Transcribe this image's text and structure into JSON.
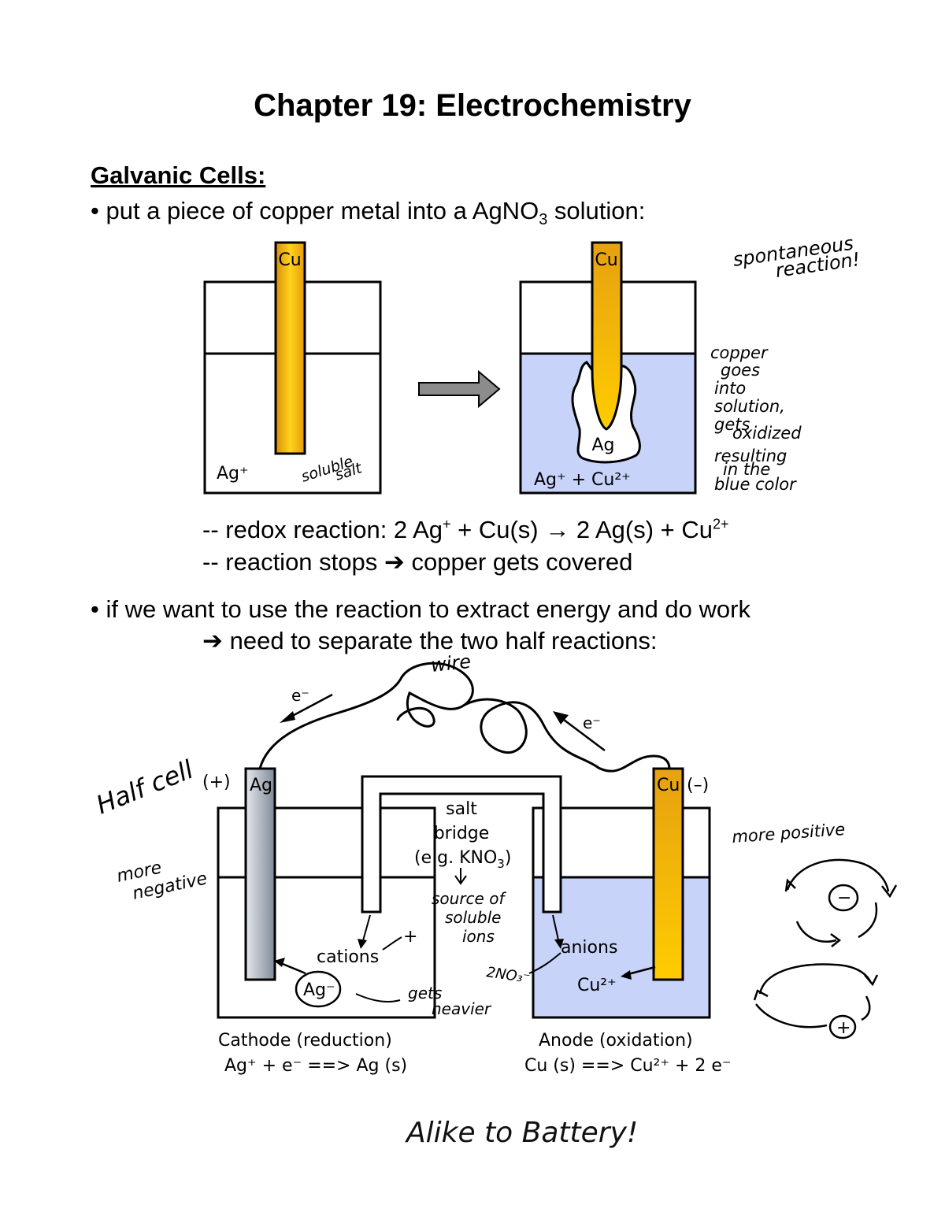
{
  "title": "Chapter 19: Electrochemistry",
  "section_heading": "Galvanic Cells:",
  "bullet1": {
    "prefix": "• put a piece of copper metal into a AgNO",
    "sub": "3",
    "suffix": " solution:"
  },
  "beaker_left": {
    "electrode": "Cu",
    "ion_label": "Ag⁺",
    "note": [
      "soluble",
      "salt"
    ]
  },
  "beaker_right": {
    "electrode": "Cu",
    "deposit": "Ag",
    "ion_label": "Ag⁺ + Cu²⁺"
  },
  "notes_right": {
    "spontaneous": [
      "spontaneous",
      "reaction!"
    ],
    "copper": [
      "copper",
      "goes",
      "into",
      "solution,",
      "gets",
      "oxidized",
      "resulting",
      "in the",
      "blue color"
    ]
  },
  "redox_line": {
    "prefix": "-- redox reaction:  2 Ag",
    "sup1": "+",
    "mid": " + Cu(s)  →  2 Ag(s) + Cu",
    "sup2": "2+"
  },
  "stops_line": {
    "prefix": "-- reaction stops ",
    "arrow": "➔",
    "suffix": "  copper gets covered"
  },
  "bullet2": "• if we want to use the reaction to extract energy and do work",
  "bullet2b": {
    "arrow": "➔",
    "text": " need to separate the two half reactions:"
  },
  "cell": {
    "wire": "wire",
    "electron": "e⁻",
    "left_sign": "(+)",
    "left_electrode": "Ag",
    "right_electrode": "Cu",
    "right_sign": "(–)",
    "salt_bridge": [
      "salt",
      "bridge",
      "(e.g. KNO",
      "3",
      ")"
    ],
    "source": [
      "source of",
      "soluble",
      "ions"
    ],
    "cations": "cations",
    "anions": "anions",
    "plus": "+",
    "no3": "2NO₃⁻",
    "ag_ion": "Ag⁻",
    "cu_ion": "Cu²⁺",
    "gets_heavier": [
      "gets",
      "heavier"
    ],
    "cathode_title": "Cathode (reduction)",
    "cathode_eq": "Ag⁺ + e⁻ ==> Ag (s)",
    "anode_title": "Anode (oxidation)",
    "anode_eq": "Cu (s) ==> Cu²⁺ + 2 e⁻",
    "half_cell": "Half cell",
    "more_negative": [
      "more",
      "negative"
    ],
    "more_positive": "more positive",
    "minus_sym": "−",
    "plus_sym": "+"
  },
  "footer": "Alike to Battery!"
}
